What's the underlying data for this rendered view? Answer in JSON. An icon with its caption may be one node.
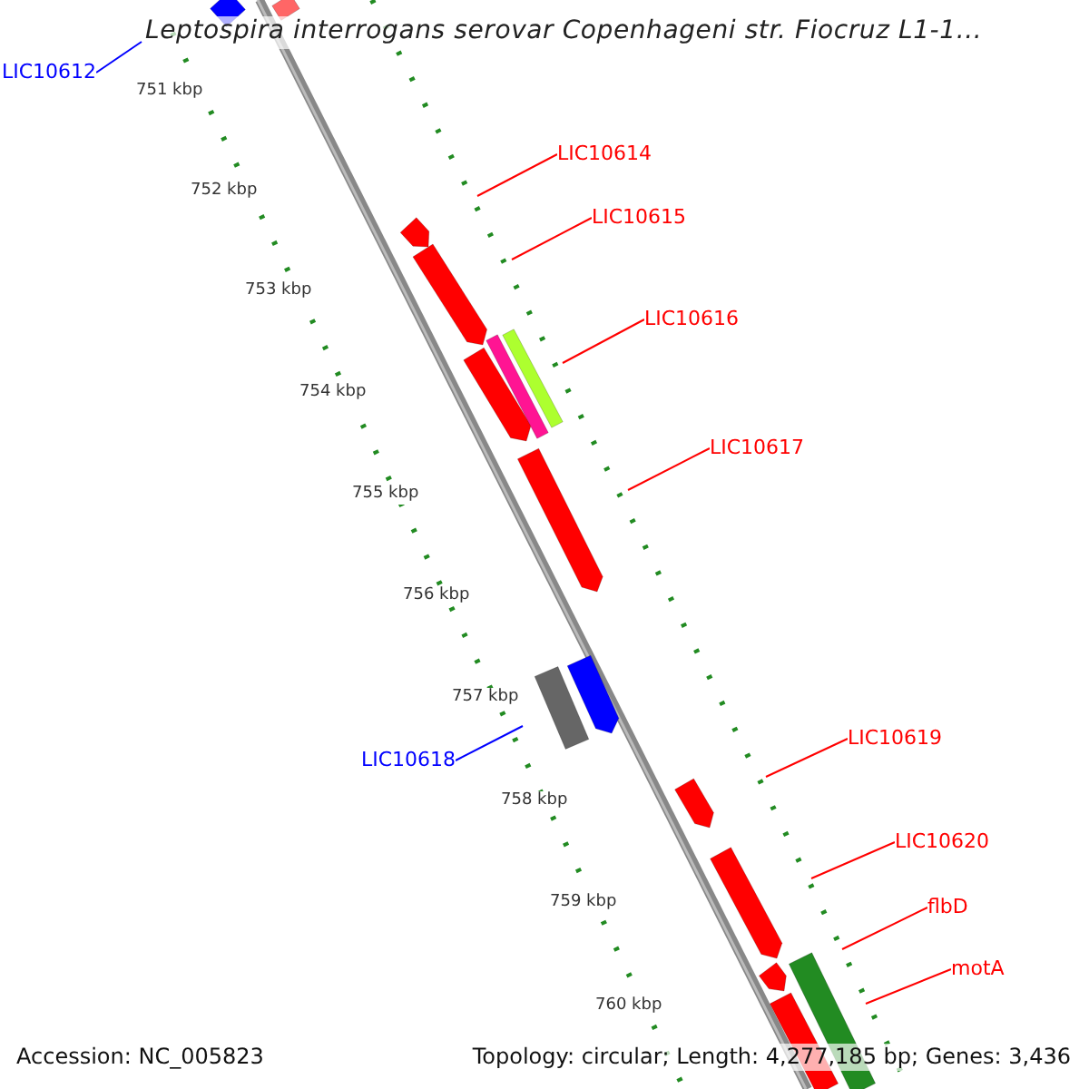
{
  "diagram": {
    "title": "Leptospira interrogans serovar Copenhageni str. Fiocruz L1-1...",
    "nodes": [
      {
        "text": [
          "LIC10612"
        ]
      },
      {
        "text": [
          "LIC10614"
        ]
      },
      {
        "text": [
          "LIC10615"
        ]
      },
      {
        "text": [
          "LIC10616"
        ]
      },
      {
        "text": [
          "LIC10617"
        ]
      },
      {
        "text": [
          "LIC10618"
        ]
      },
      {
        "text": [
          "LIC10619"
        ]
      },
      {
        "text": [
          "LIC10620"
        ]
      },
      {
        "text": [
          "flbD"
        ]
      },
      {
        "text": [
          "motA"
        ]
      }
    ],
    "edges": [
      {
        "from": 0,
        "to": null,
        "arrow": "none",
        "color": "#0000ff"
      },
      {
        "from": 1,
        "to": null,
        "arrow": "none"
      },
      {
        "from": 2,
        "to": null,
        "arrow": "none"
      },
      {
        "from": 3,
        "to": null,
        "arrow": "none"
      },
      {
        "from": 4,
        "to": null,
        "arrow": "none"
      },
      {
        "from": 5,
        "to": null,
        "arrow": "none",
        "color": "#0000ff"
      },
      {
        "from": 6,
        "to": null,
        "arrow": "none"
      },
      {
        "from": 7,
        "to": null,
        "arrow": "none"
      },
      {
        "from": 8,
        "to": null,
        "arrow": "none"
      },
      {
        "from": 9,
        "to": null,
        "arrow": "none"
      }
    ],
    "labels": [
      "751 kbp",
      "752 kbp",
      "753 kbp",
      "754 kbp",
      "755 kbp",
      "756 kbp",
      "757 kbp",
      "758 kbp",
      "759 kbp",
      "760 kbp",
      "Accession: NC_005823",
      "Topology: circular; Length: 4,277,185 bp; Genes: 3,436"
    ]
  }
}
